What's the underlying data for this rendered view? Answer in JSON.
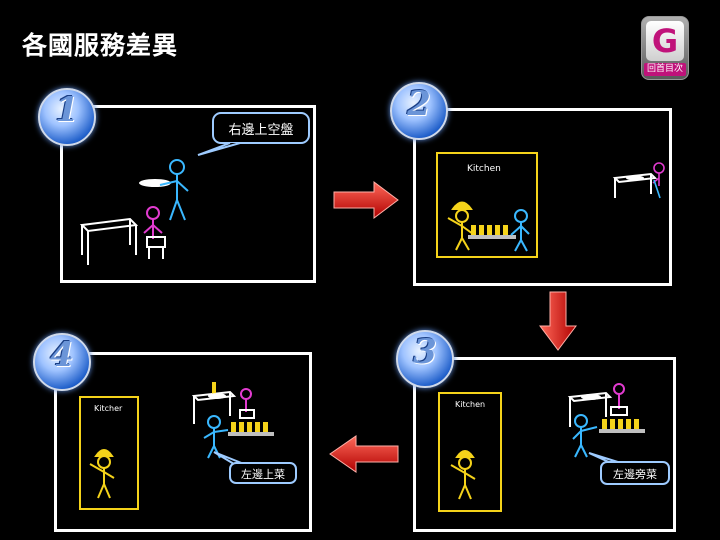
{
  "title": "各國服務差異",
  "home_button": {
    "label": "回首目次",
    "logo_letter": "G"
  },
  "steps": [
    {
      "number": "1",
      "speech": "右邊上空盤"
    },
    {
      "number": "2",
      "kitchen_label": "Kitchen"
    },
    {
      "number": "3",
      "kitchen_label": "Kitchen",
      "speech": "左邊旁菜"
    },
    {
      "number": "4",
      "kitchen_label": "Kitcher",
      "speech": "左邊上菜"
    }
  ],
  "colors": {
    "arrow": "#e01b1b",
    "waiter": "#3ab8ff",
    "guest": "#e23bd0",
    "chef": "#f5d31a",
    "frame": "#ffffff"
  },
  "icons": [
    "arrow-right-icon",
    "arrow-down-icon",
    "arrow-left-icon"
  ]
}
